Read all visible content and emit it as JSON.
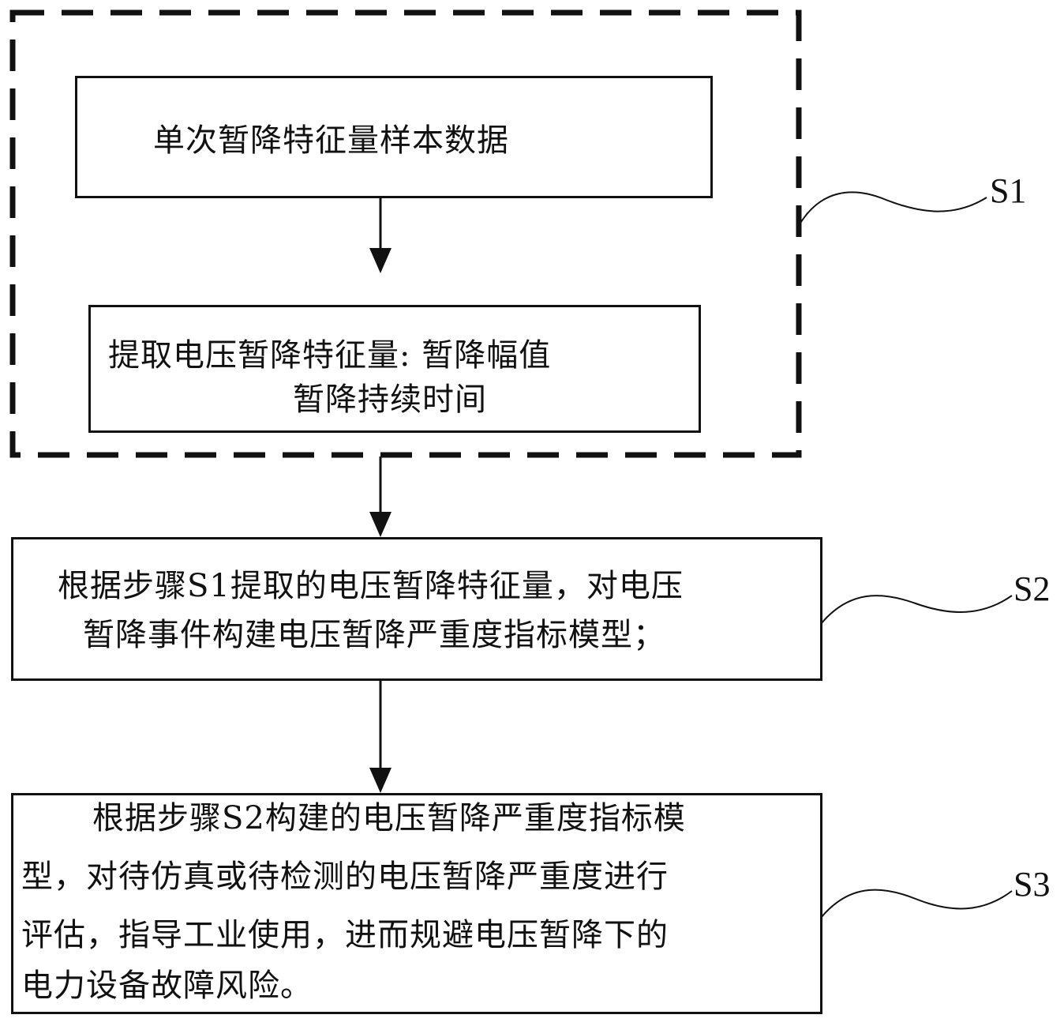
{
  "steps": {
    "s1": {
      "label": "S1",
      "box1_text": "单次暂降特征量样本数据",
      "box2_line1": "提取电压暂降特征量: 暂降幅值",
      "box2_line2": "暂降持续时间"
    },
    "s2": {
      "label": "S2",
      "line1": "根据步骤S1提取的电压暂降特征量，对电压",
      "line2": "暂降事件构建电压暂降严重度指标模型；"
    },
    "s3": {
      "label": "S3",
      "line1": "根据步骤S2构建的电压暂降严重度指标模",
      "line2": "型，对待仿真或待检测的电压暂降严重度进行",
      "line3": "评估，指导工业使用，进而规避电压暂降下的",
      "line4": "电力设备故障风险。"
    }
  }
}
